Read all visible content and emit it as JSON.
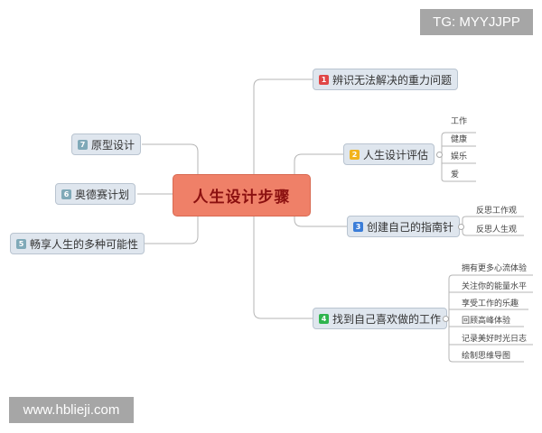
{
  "watermarks": {
    "top_right": "TG: MYYJJPP",
    "bottom_left": "www.hblieji.com"
  },
  "root": {
    "label": "人生设计步骤",
    "color": "#ef8068",
    "text_color": "#8b1010"
  },
  "branches": [
    {
      "number": "1",
      "label": "辨识无法解决的重力问题",
      "badge_color": "#e04646",
      "side": "right",
      "children": []
    },
    {
      "number": "2",
      "label": "人生设计评估",
      "badge_color": "#f2b31c",
      "side": "right",
      "children": [
        "工作",
        "健康",
        "娱乐",
        "爱"
      ]
    },
    {
      "number": "3",
      "label": "创建自己的指南针",
      "badge_color": "#3b7dd8",
      "side": "right",
      "children": [
        "反思工作观",
        "反思人生观"
      ]
    },
    {
      "number": "4",
      "label": "找到自己喜欢做的工作",
      "badge_color": "#2fb44d",
      "side": "right",
      "children": [
        "拥有更多心流体验",
        "关注你的能量水平",
        "享受工作的乐趣",
        "回顾高峰体验",
        "记录美好时光日志",
        "绘制思维导图"
      ]
    },
    {
      "number": "5",
      "label": "畅享人生的多种可能性",
      "badge_color": "#7fa9b8",
      "side": "left",
      "children": []
    },
    {
      "number": "6",
      "label": "奥德赛计划",
      "badge_color": "#7fa9b8",
      "side": "left",
      "children": []
    },
    {
      "number": "7",
      "label": "原型设计",
      "badge_color": "#7fa9b8",
      "side": "left",
      "children": []
    }
  ]
}
